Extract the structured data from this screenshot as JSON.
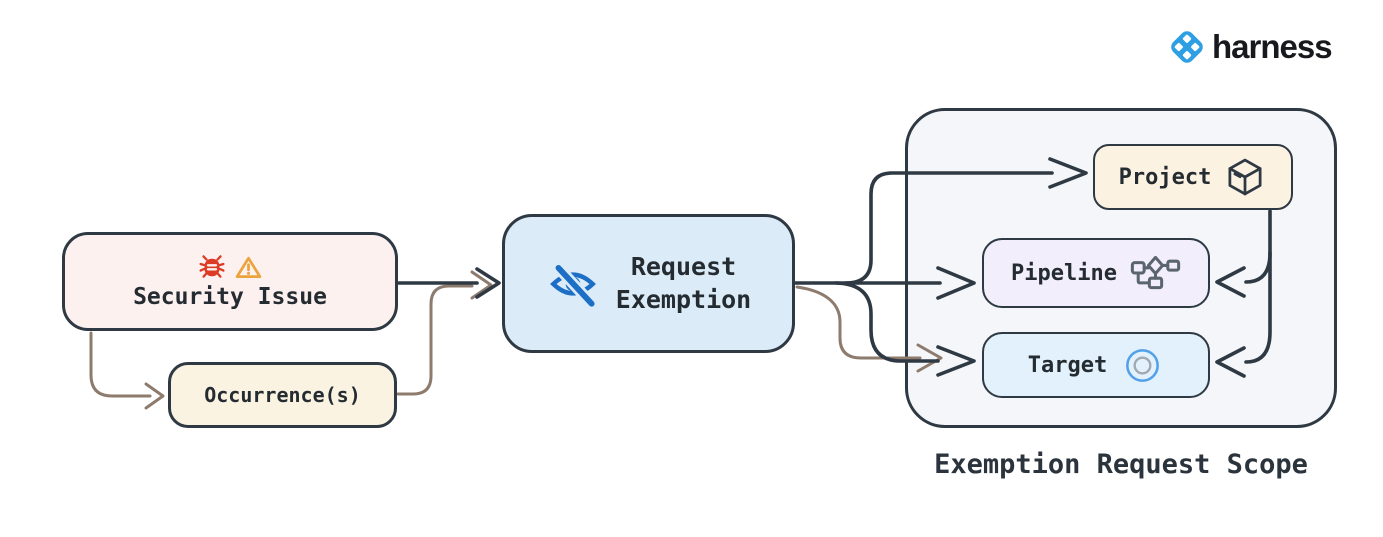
{
  "brand": {
    "name": "harness"
  },
  "diagram": {
    "security_issue": {
      "label": "Security Issue"
    },
    "occurrences": {
      "label": "Occurrence(s)"
    },
    "request_exemption": {
      "label": "Request Exemption"
    },
    "scope": {
      "title": "Exemption Request Scope",
      "project": {
        "label": "Project"
      },
      "pipeline": {
        "label": "Pipeline"
      },
      "target": {
        "label": "Target"
      }
    }
  },
  "icons": {
    "security_issue": [
      "bug-icon",
      "warning-icon"
    ],
    "request_exemption": "eye-off-icon",
    "project": "cube-icon",
    "pipeline": "pipeline-flowchart-icon",
    "target": "target-icon",
    "brand": "harness-logo-icon"
  },
  "palette": {
    "stroke_dark": "#2e3943",
    "stroke_brown": "#8d7b6e",
    "security_fill": "#fcf1ef",
    "occurrence_fill": "#fbf3e2",
    "exemption_fill": "#dcebf8",
    "scope_fill": "#f4f6f9",
    "project_fill": "#fcf2e2",
    "pipeline_fill": "#f2eefb",
    "target_fill": "#e2f1fc",
    "bug_red": "#dc3b26",
    "warning_orange": "#eba33b",
    "eye_blue": "#1d6fc6",
    "harness_blue": "#2f9fe3"
  }
}
